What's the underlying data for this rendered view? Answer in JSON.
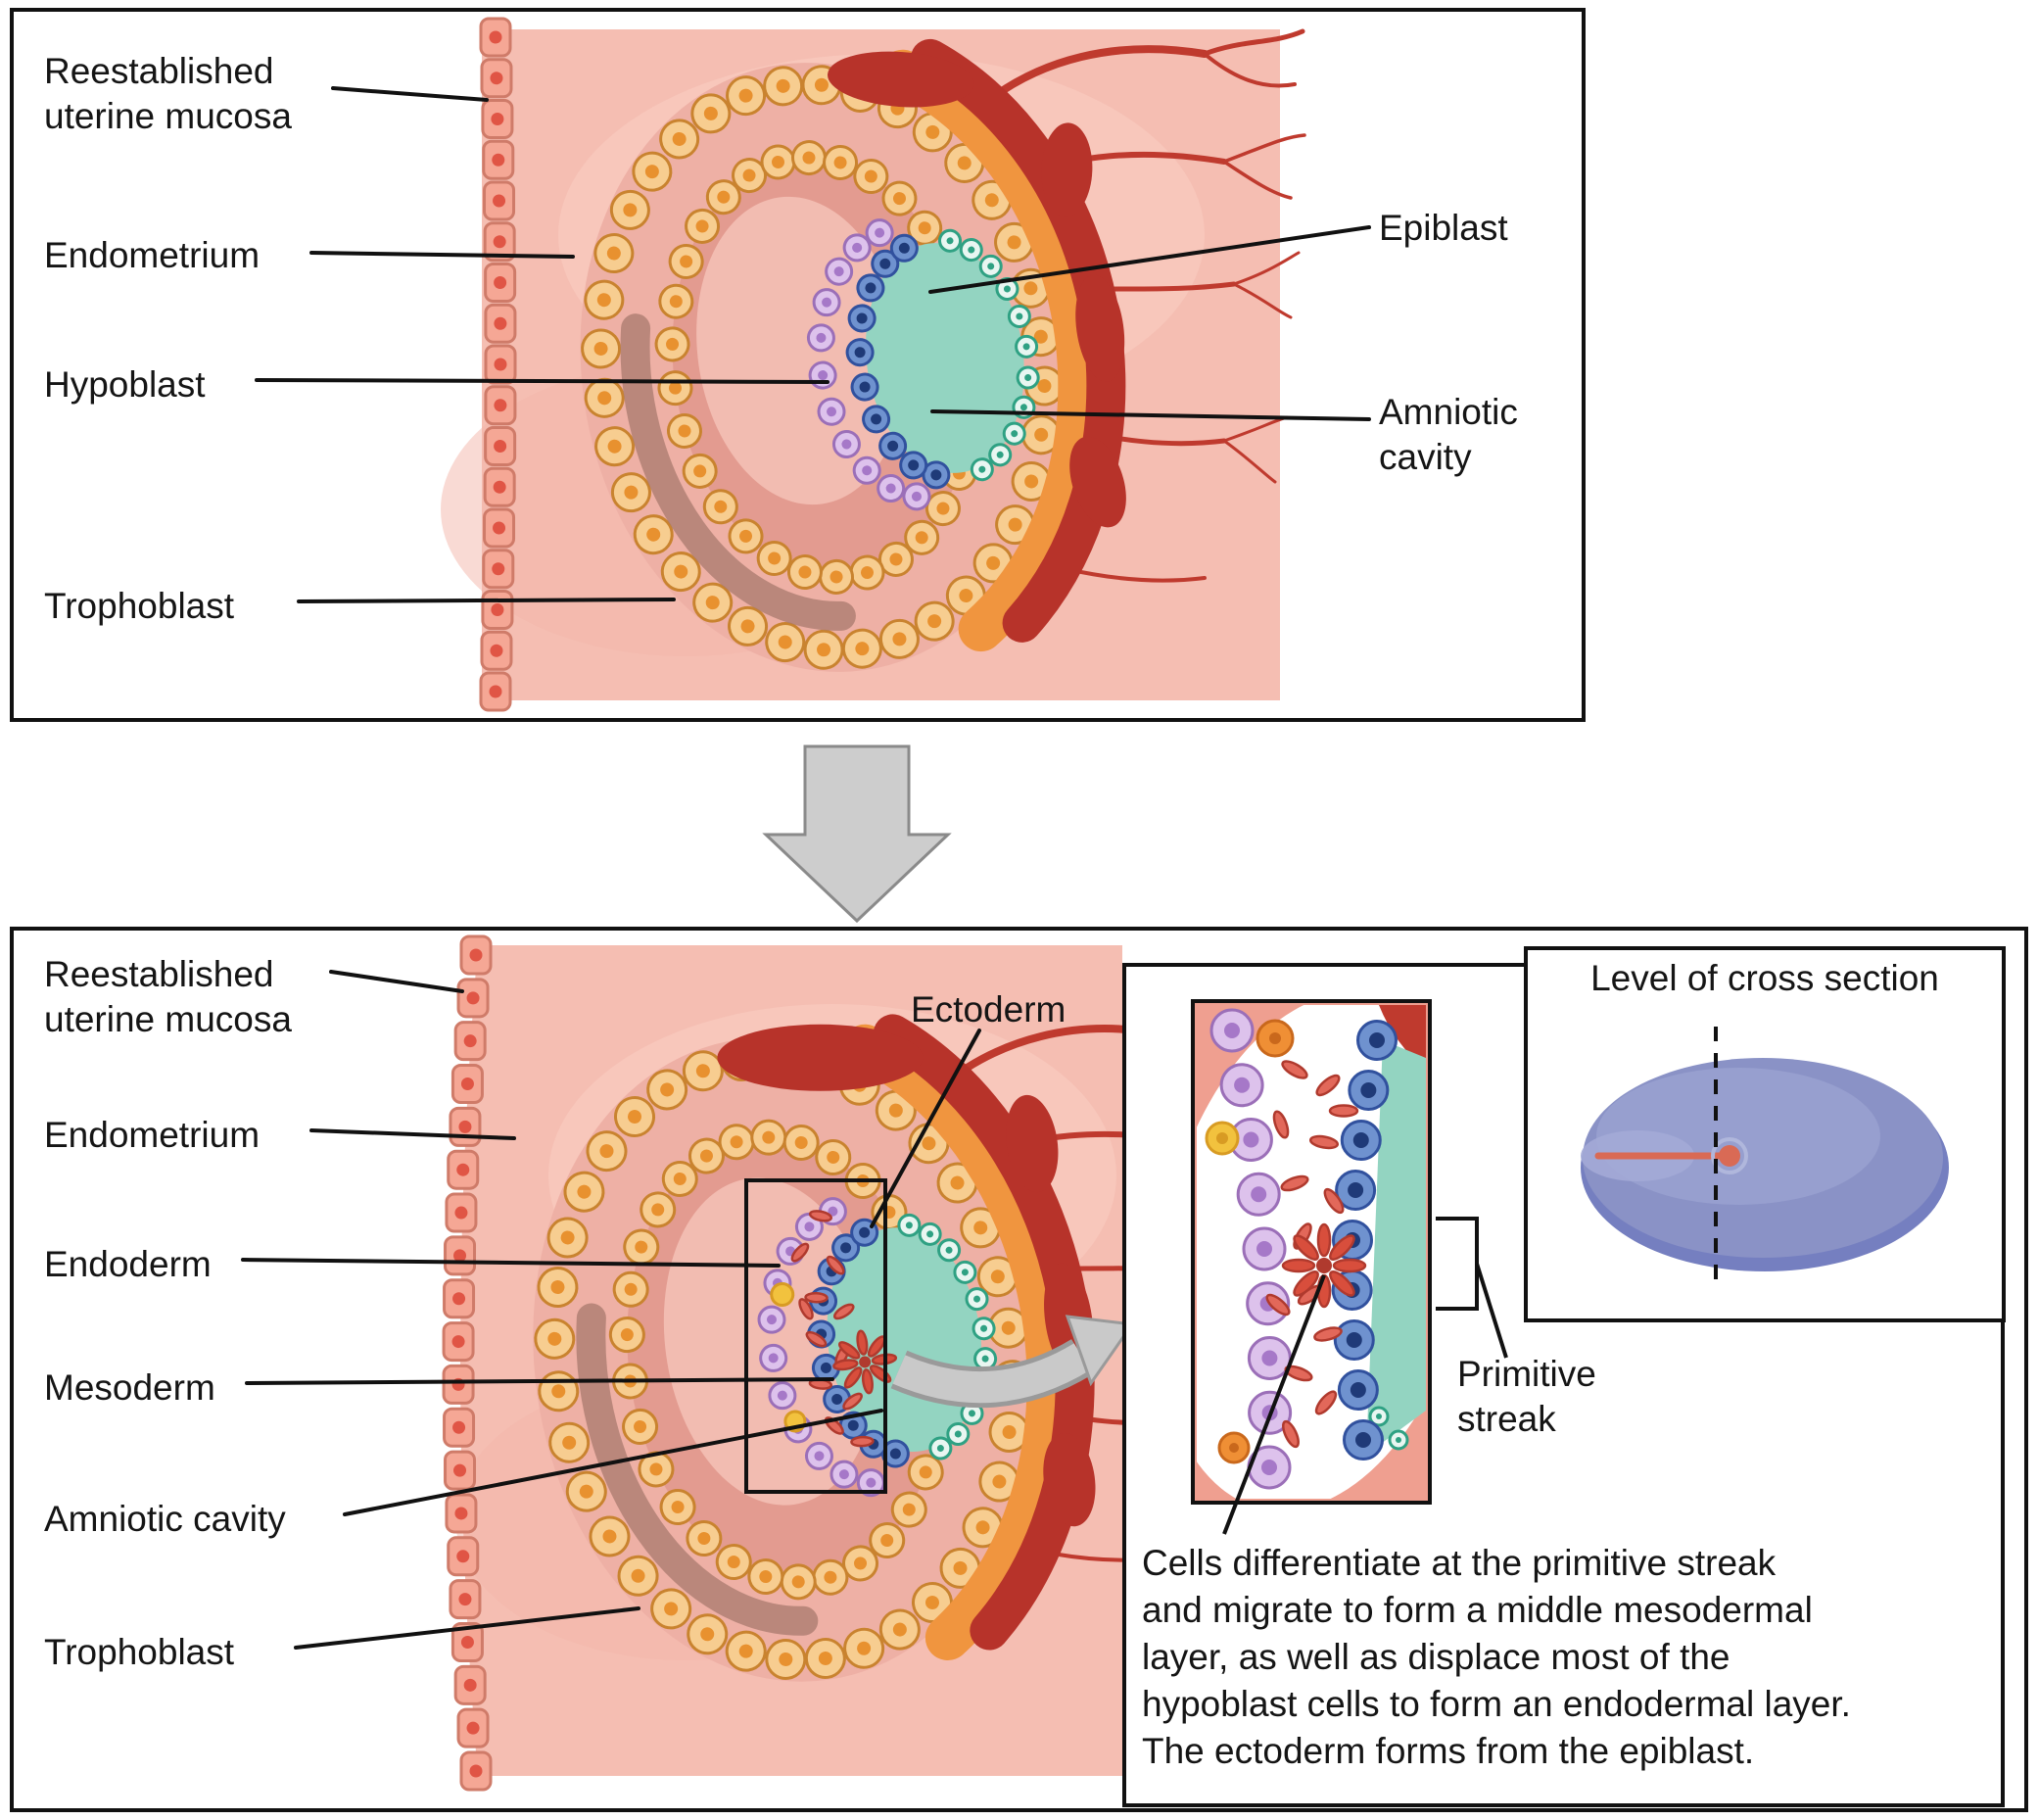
{
  "panel_top": {
    "labels": {
      "reestablished_line1": "Reestablished",
      "reestablished_line2": "uterine mucosa",
      "endometrium": "Endometrium",
      "hypoblast": "Hypoblast",
      "trophoblast": "Trophoblast",
      "epiblast": "Epiblast",
      "amniotic_line1": "Amniotic",
      "amniotic_line2": "cavity"
    }
  },
  "panel_bottom": {
    "labels": {
      "reestablished_line1": "Reestablished",
      "reestablished_line2": "uterine mucosa",
      "endometrium": "Endometrium",
      "endoderm": "Endoderm",
      "mesoderm": "Mesoderm",
      "amniotic_cavity": "Amniotic cavity",
      "trophoblast": "Trophoblast",
      "ectoderm": "Ectoderm",
      "cross_section_title": "Level of cross section",
      "primitive_line1": "Primitive",
      "primitive_line2": "streak"
    },
    "caption_lines": [
      "Cells differentiate at the primitive streak",
      "and migrate to form a middle mesodermal",
      "layer, as well as displace most of the",
      "hypoblast cells to form an endodermal layer.",
      "The ectoderm forms from the epiblast."
    ]
  },
  "colors": {
    "background_pink": "#f5beb2",
    "patch_light": "#f9cdc2",
    "patch_dark": "#f3b5a9",
    "mucosa_cell": "#f5a795",
    "mucosa_outline": "#cf7b69",
    "mucosa_nucleus": "#e05545",
    "trophoblast_cell": "#f7cd90",
    "trophoblast_outline": "#c9832f",
    "trophoblast_nucleus": "#e8912f",
    "interior_pink": "#eeb0a5",
    "interior_inner": "#e39b90",
    "interior_light": "#f2bcb1",
    "shadow_brown": "#a8796d",
    "hypoblast_purple": "#ddc2ec",
    "purple_outline": "#9b6fb8",
    "purple_nucleus": "#a678c8",
    "epiblast_blue": "#6f92cf",
    "blue_outline": "#31519e",
    "blue_nucleus": "#1f3a78",
    "amniotic_teal": "#93d4c1",
    "teal_cell": "#e8f6f1",
    "teal_outline": "#2fa183",
    "chorion_orange": "#f0953f",
    "blood_red": "#b7332a",
    "vessel_red": "#bf3a2e",
    "mesoderm_red": "#e2685a",
    "mesoderm_outline": "#b03a2e",
    "yellow_cell": "#f2c23e",
    "yellow_outline": "#d89b23",
    "orange_cell": "#ef8f35",
    "orange_outline": "#c9681c",
    "cross_section_blue": "#8a92c6",
    "arrow_gray": "#cdcdcd"
  }
}
